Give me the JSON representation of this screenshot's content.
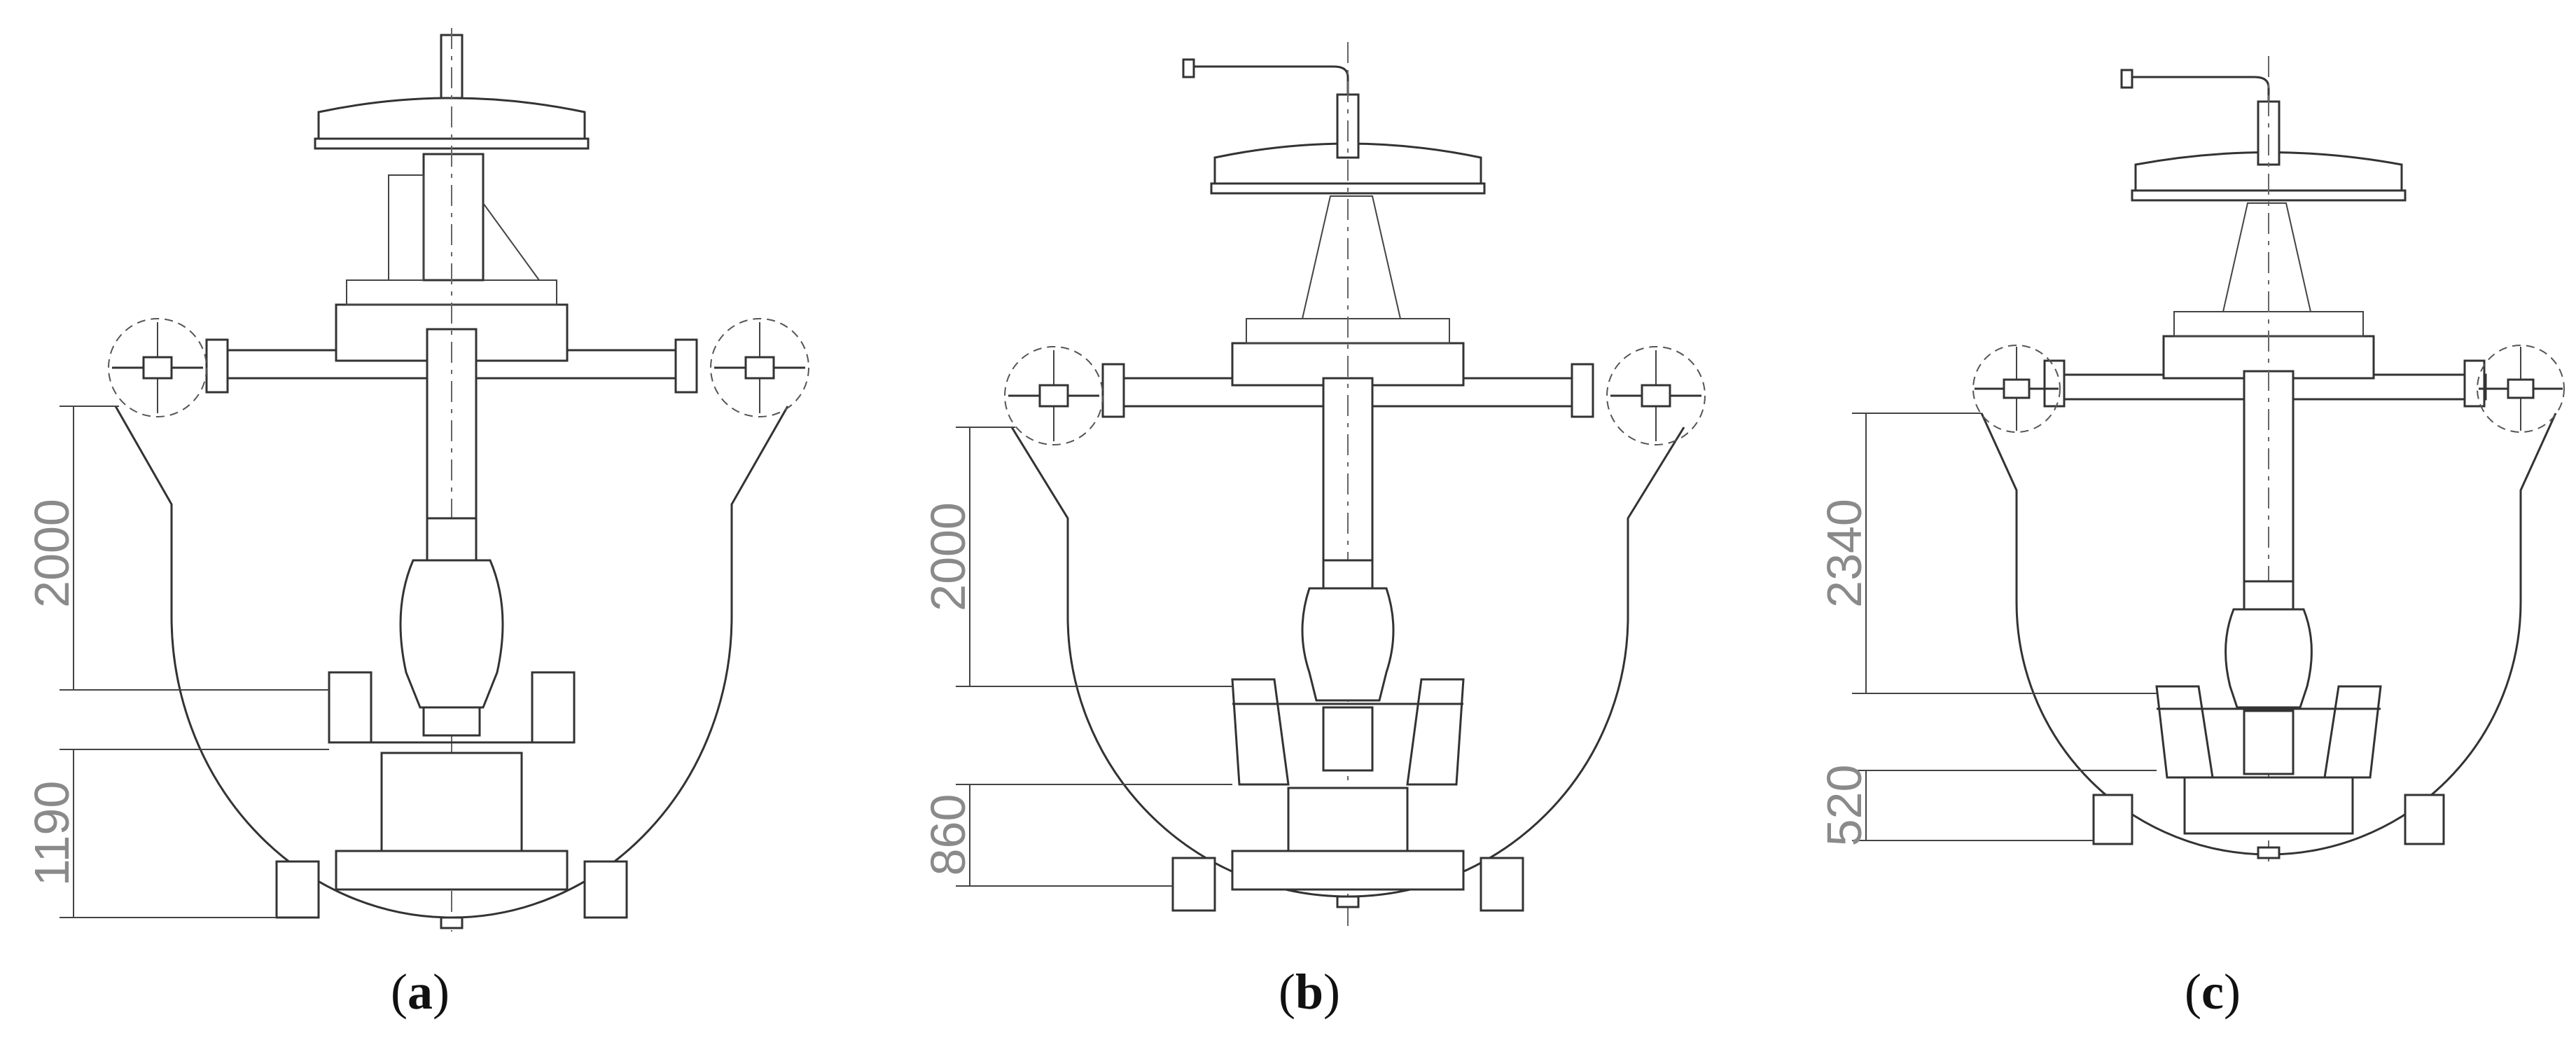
{
  "panels": [
    {
      "id": "a",
      "caption_open": "(",
      "caption_letter": "a",
      "caption_close": ")",
      "dim_upper": "2000",
      "dim_lower": "1190"
    },
    {
      "id": "b",
      "caption_open": "(",
      "caption_letter": "b",
      "caption_close": ")",
      "dim_upper": "2000",
      "dim_lower": "860"
    },
    {
      "id": "c",
      "caption_open": "(",
      "caption_letter": "c",
      "caption_close": ")",
      "dim_upper": "2340",
      "dim_lower": "520"
    }
  ]
}
